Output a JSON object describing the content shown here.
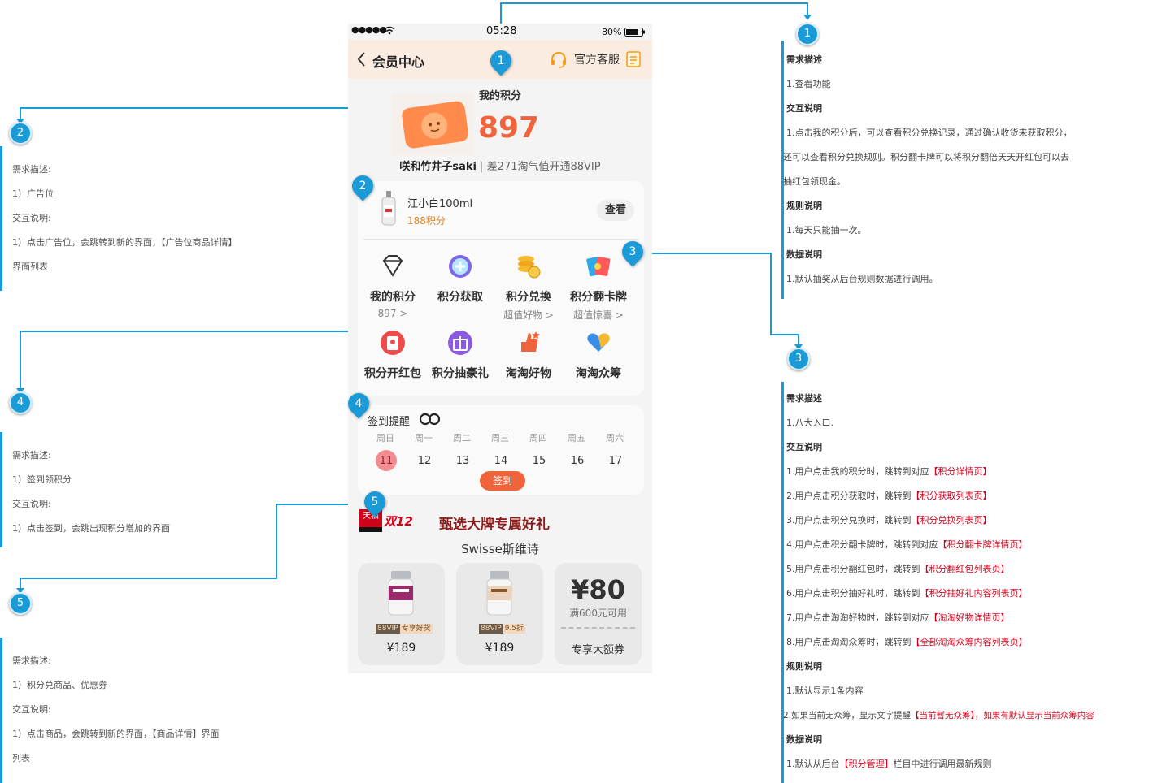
{
  "status_bar": {
    "signal": "●●●●●",
    "time": "05:28",
    "battery": "80%"
  },
  "nav": {
    "title": "会员中心",
    "customer_service": "官方客服"
  },
  "points": {
    "label": "我的积分",
    "value": "897"
  },
  "user": {
    "name": "咲和竹井子saki",
    "vip_hint": "差271淘气值开通88VIP"
  },
  "ad": {
    "product_name": "江小白100ml",
    "points": "188积分",
    "view_button": "查看"
  },
  "entries": [
    {
      "label": "我的积分",
      "sub": "897 >"
    },
    {
      "label": "积分获取",
      "sub": ""
    },
    {
      "label": "积分兑换",
      "sub": "超值好物 >"
    },
    {
      "label": "积分翻卡牌",
      "sub": "超值惊喜 >"
    },
    {
      "label": "积分开红包",
      "sub": ""
    },
    {
      "label": "积分抽豪礼",
      "sub": ""
    },
    {
      "label": "淘淘好物",
      "sub": ""
    },
    {
      "label": "淘淘众筹",
      "sub": ""
    }
  ],
  "signin": {
    "title": "签到提醒",
    "weekdays": [
      "周日",
      "周一",
      "周二",
      "周三",
      "周四",
      "周五",
      "周六"
    ],
    "days": [
      "11",
      "12",
      "13",
      "14",
      "15",
      "16",
      "17"
    ],
    "button": "签到"
  },
  "promo": {
    "tmall": "天猫",
    "double12": "双12",
    "headline": "甄选大牌专属好礼",
    "brand": "Swisse斯维诗",
    "products": [
      {
        "vip": "88VIP",
        "tag": "专享好货",
        "price": "¥189"
      },
      {
        "vip": "88VIP",
        "tag": "9.5折",
        "price": "¥189"
      }
    ],
    "coupon": {
      "amount": "¥80",
      "condition": "满600元可用",
      "label": "专享大额券"
    }
  },
  "markers": [
    "1",
    "2",
    "3",
    "4",
    "5"
  ],
  "notes": {
    "n1": [
      "需求描述",
      "1.查看功能",
      "交互说明",
      "1.点击我的积分后，可以查看积分兑换记录，通过确认收货来获取积分，",
      "还可以查看积分兑换规则。积分翻卡牌可以将积分翻倍天天开红包可以去",
      "抽红包领现金。",
      "规则说明",
      "1.每天只能抽一次。",
      "数据说明",
      "1.默认抽奖从后台规则数据进行调用。"
    ],
    "n2": [
      "需求描述:",
      "1）广告位",
      "交互说明:",
      "1）点击广告位，会跳转到新的界面，【广告位商品详情】",
      "界面列表"
    ],
    "n4": [
      "需求描述:",
      "1）签到领积分",
      "交互说明:",
      "1）点击签到，会跳出现积分增加的界面"
    ],
    "n5": [
      "需求描述:",
      "1）积分兑商品、优惠券",
      "交互说明:",
      "1）点击商品，会跳转到新的界面，【商品详情】界面",
      "列表"
    ],
    "n3": {
      "h1": "需求描述",
      "l1": "1.八大入口.",
      "h2": "交互说明",
      "items": [
        {
          "pre": "1.用户点击我的积分时，跳转到对应",
          "red": "【积分详情页】"
        },
        {
          "pre": "2.用户点击积分获取时，跳转到",
          "red": "【积分获取列表页】"
        },
        {
          "pre": "3.用户点击积分兑换时，跳转到",
          "red": "【积分兑换列表页】"
        },
        {
          "pre": "4.用户点击积分翻卡牌时，跳转到对应",
          "red": "【积分翻卡牌详情页】"
        },
        {
          "pre": "5.用户点击积分翻红包时，跳转到",
          "red": "【积分翻红包列表页】"
        },
        {
          "pre": "6.用户点击积分抽好礼时，跳转到",
          "red": "【积分抽好礼内容列表页】"
        },
        {
          "pre": "7.用户点击淘淘好物时，跳转到对应",
          "red": "【淘淘好物详情页】"
        },
        {
          "pre": "8.用户点击淘淘众筹时，跳转到",
          "red": "【全部淘淘众筹内容列表页】"
        }
      ],
      "h3": "规则说明",
      "r1": "1.默认显示1条内容",
      "r2_pre": "2.如果当前无众筹，显示文字提醒",
      "r2_red": "【当前暂无众筹】，如果有默认显示当前众筹内容",
      "h4": "数据说明",
      "d1_pre": "1.默认从后台",
      "d1_red": "【积分管理】",
      "d1_post": "栏目中进行调用最新规则"
    }
  },
  "colors": {
    "accent": "#f0643c",
    "annotation": "#1a9bd7",
    "highlight": "#d9001b",
    "nav_bg": "#fbece2"
  }
}
